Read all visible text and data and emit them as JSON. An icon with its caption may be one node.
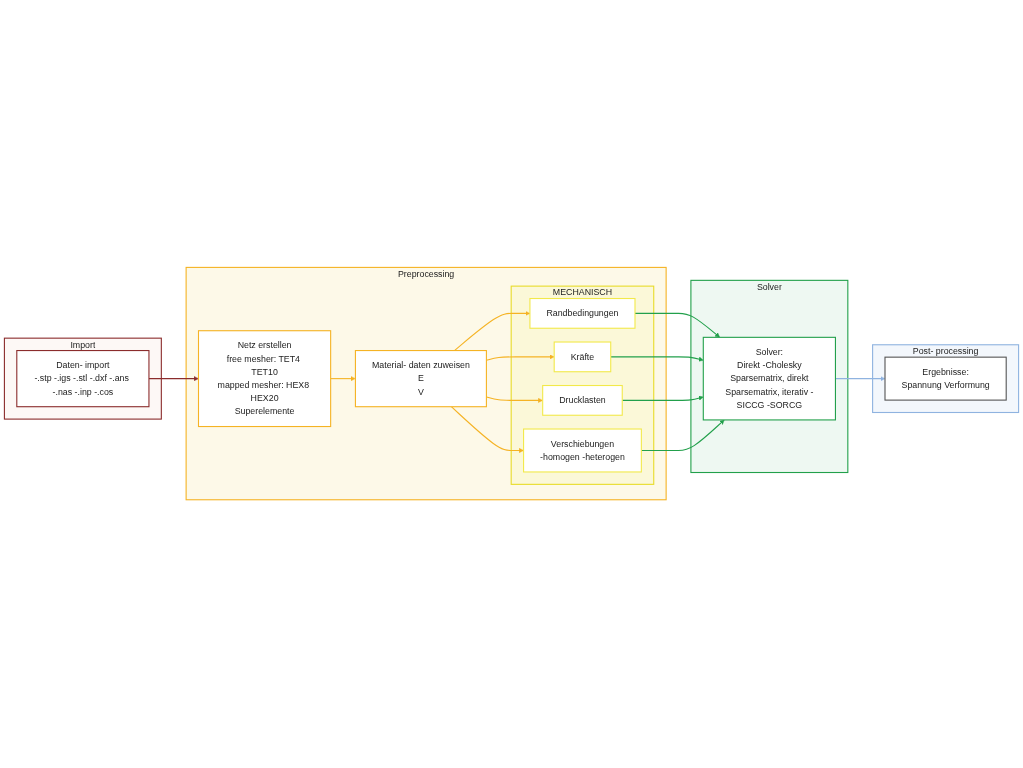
{
  "diagram": {
    "nodes": [
      {
        "text": [
          "Import"
        ]
      },
      {
        "text": [
          "Daten- import",
          "-.stp -.igs -.stl -.dxf -.ans -.nas -.inp -.cos"
        ],
        "in": 0
      },
      {
        "text": [
          "Preprocessing"
        ]
      },
      {
        "text": [
          "Netz erstellen",
          "free mesher: TET4 TET10",
          "mapped mesher: HEX8 HEX20",
          "Superelemente"
        ],
        "in": 2
      },
      {
        "text": [
          "Material- daten zuweisen",
          "E",
          "V"
        ],
        "in": 2
      },
      {
        "text": [
          "MECHANISCH"
        ],
        "in": 2
      },
      {
        "text": [
          "Randbedingungen"
        ],
        "in": 5
      },
      {
        "text": [
          "Kräfte"
        ],
        "in": 5
      },
      {
        "text": [
          "Drucklasten"
        ],
        "in": 5
      },
      {
        "text": [
          "Verschiebungen",
          "-homogen -heterogen"
        ],
        "in": 5
      },
      {
        "text": [
          "Solver"
        ]
      },
      {
        "text": [
          "Solver:",
          "Direkt -Cholesky",
          "Sparsematrix, direkt",
          "Sparsematrix, iterativ -SICCG -SORCG"
        ],
        "in": 10
      },
      {
        "text": [
          "Post- processing"
        ]
      },
      {
        "text": [
          "Ergebnisse:",
          "Spannung Verformung"
        ],
        "in": 12
      }
    ],
    "edges": [
      {
        "from": 1,
        "to": 3,
        "arrow": "to",
        "color": "#8b2c2c"
      },
      {
        "from": 3,
        "to": 4,
        "arrow": "to"
      },
      {
        "from": 4,
        "to": 6,
        "arrow": "to"
      },
      {
        "from": 4,
        "to": 7,
        "arrow": "to"
      },
      {
        "from": 4,
        "to": 8,
        "arrow": "to"
      },
      {
        "from": 4,
        "to": 9,
        "arrow": "to"
      },
      {
        "from": 6,
        "to": 11,
        "arrow": "to",
        "color": "#22a04b"
      },
      {
        "from": 7,
        "to": 11,
        "arrow": "to",
        "color": "#22a04b"
      },
      {
        "from": 8,
        "to": 11,
        "arrow": "to",
        "color": "#22a04b"
      },
      {
        "from": 9,
        "to": 11,
        "arrow": "to",
        "color": "#22a04b"
      },
      {
        "from": 11,
        "to": 13,
        "arrow": "to",
        "color": "#8fb3e0"
      }
    ]
  }
}
